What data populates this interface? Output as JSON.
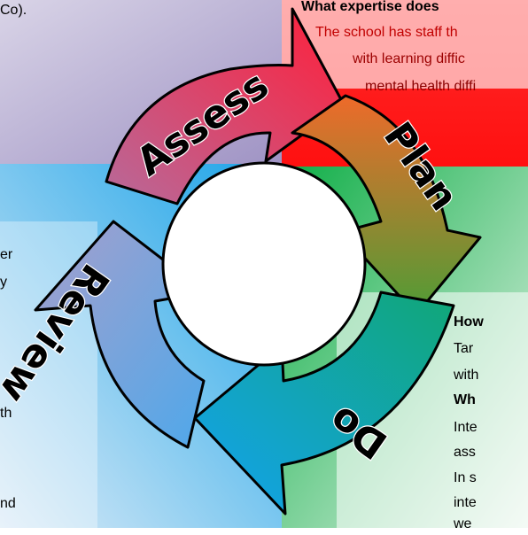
{
  "colors": {
    "purple_panel": "#b3a9cc",
    "red_panel": "#ff1a1a",
    "blue_panel": "#29a7e6",
    "green_panel": "#1db04a",
    "assess_arrow": "#e74b6a",
    "plan_arrow": "#4f9c3a",
    "do_arrow": "#1fa3e8",
    "review_arrow": "#a99fcf"
  },
  "cycle": {
    "stages": [
      "Assess",
      "Plan",
      "Do",
      "Review"
    ]
  },
  "top_left": {
    "line1": "Co)."
  },
  "top_right": {
    "heading": "What expertise does",
    "line1": "The school has staff th",
    "line2": "with learning diffic",
    "line3": "mental health diffi"
  },
  "left_panel": {
    "frag1": "er",
    "frag2": "y",
    "frag3": "th",
    "frag4": "nd"
  },
  "right_panel": {
    "line1": "How",
    "line2": "Tar",
    "line3": "with",
    "line4": "Wh",
    "line5": "Inte",
    "line6": "ass",
    "line7": "In s",
    "line8": "inte",
    "line9": "we"
  }
}
